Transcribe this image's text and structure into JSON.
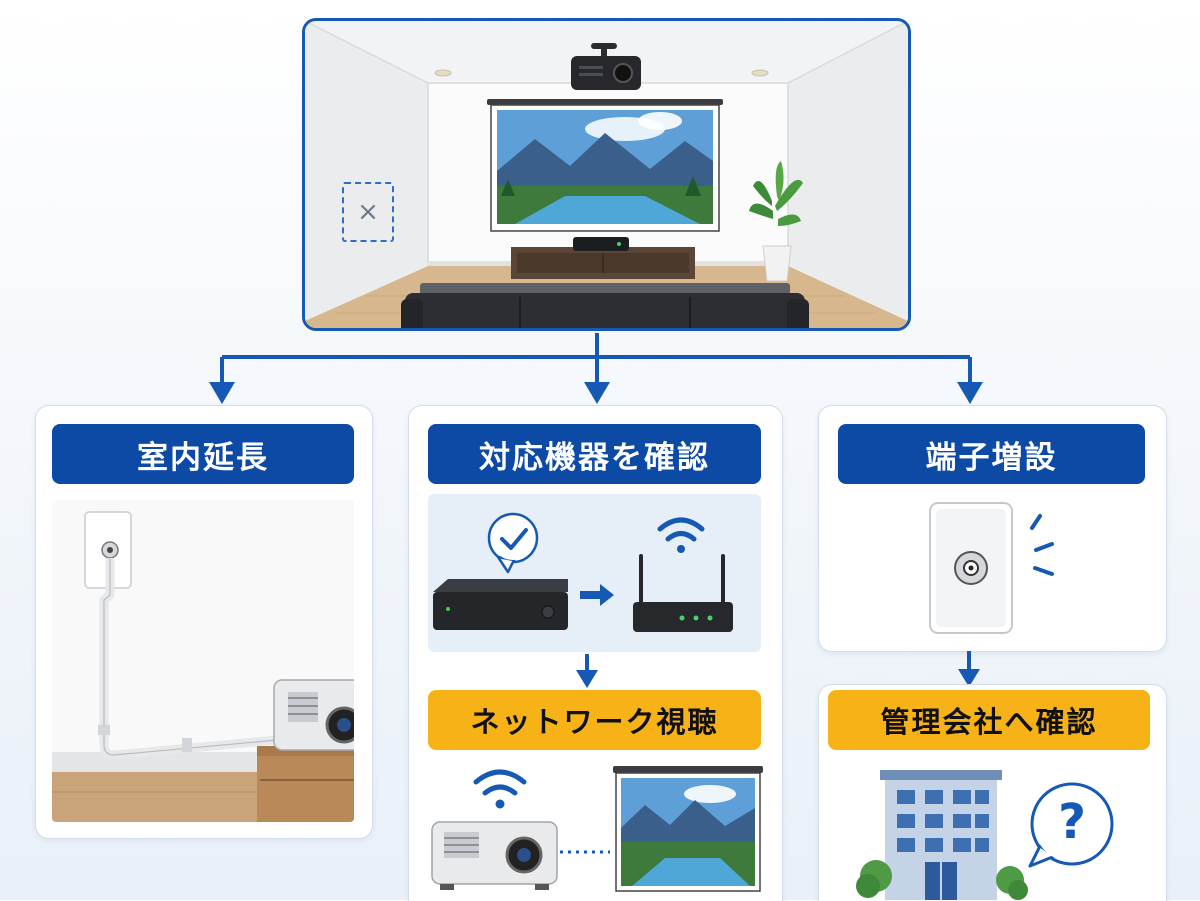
{
  "branches": {
    "left": {
      "title": "室内延長"
    },
    "middle": {
      "title": "対応機器を確認",
      "result": "ネットワーク視聴"
    },
    "right": {
      "title": "端子増設",
      "result": "管理会社へ確認"
    }
  },
  "icons": {
    "unavailable_mark": "×",
    "question_mark": "?"
  },
  "colors": {
    "primary_blue": "#0d4aa6",
    "accent_yellow": "#f7b217",
    "connector_blue": "#1559b5"
  }
}
